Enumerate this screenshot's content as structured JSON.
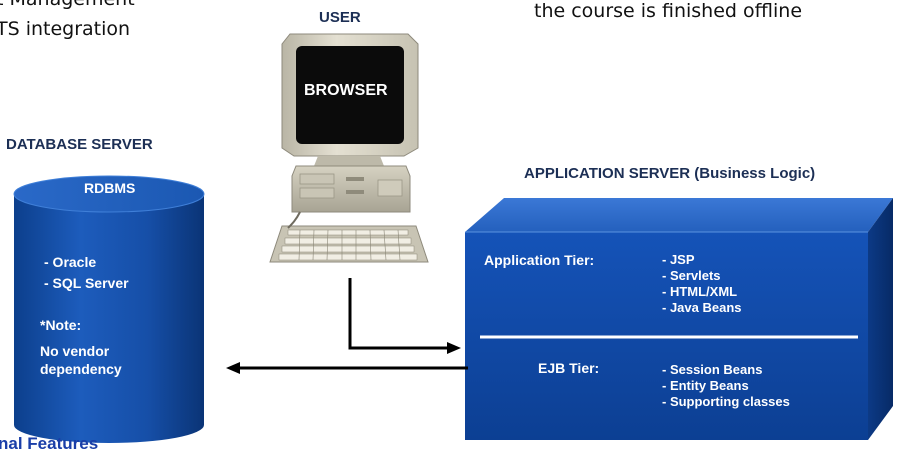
{
  "top_text": {
    "left_line1": "t Management",
    "left_line2": "TS integration",
    "right_line": "the course is finished offline"
  },
  "user": {
    "label": "USER",
    "screen_label": "BROWSER"
  },
  "database_server": {
    "title": "DATABASE SERVER",
    "heading": "RDBMS",
    "items": [
      "- Oracle",
      "- SQL Server"
    ],
    "note_label": "*Note:",
    "note_text_line1": "No vendor",
    "note_text_line2": "dependency"
  },
  "application_server": {
    "title": "APPLICATION SERVER (Business Logic)",
    "tiers": [
      {
        "label": "Application Tier:",
        "items": [
          "- JSP",
          "- Servlets",
          "- HTML/XML",
          "- Java Beans"
        ]
      },
      {
        "label": "EJB Tier:",
        "items": [
          "- Session Beans",
          "- Entity Beans",
          "- Supporting classes"
        ]
      }
    ]
  },
  "bottom_text": "nal Features",
  "colors": {
    "database_blue": "#1450a8",
    "app_server_blue": "#0f44a0",
    "heading_navy": "#1c2f55",
    "bottom_text_blue": "#1a3ea8"
  }
}
